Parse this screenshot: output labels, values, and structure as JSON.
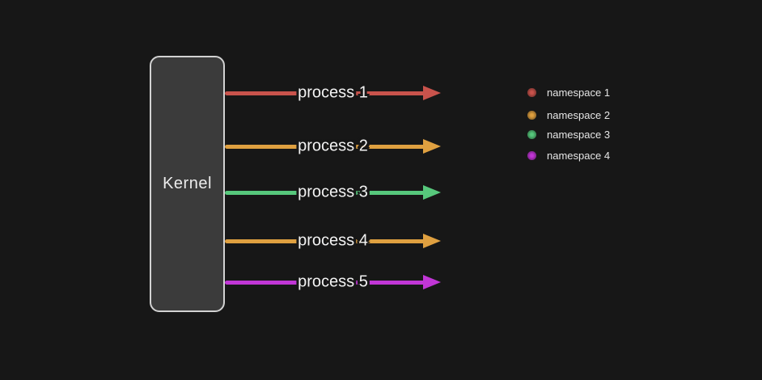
{
  "canvas": {
    "background": "#171717"
  },
  "kernel_box": {
    "label": "Kernel",
    "fill": "#3b3b3b",
    "border_color": "#d2d2d2",
    "text_color": "#ececec"
  },
  "processes": [
    {
      "label": "process 1",
      "namespace": "namespace 1",
      "color": "#c9534c"
    },
    {
      "label": "process 2",
      "namespace": "namespace 2",
      "color": "#dfa040"
    },
    {
      "label": "process 3",
      "namespace": "namespace 3",
      "color": "#57c87c"
    },
    {
      "label": "process 4",
      "namespace": "namespace 2",
      "color": "#dfa040"
    },
    {
      "label": "process 5",
      "namespace": "namespace 4",
      "color": "#c136d6"
    }
  ],
  "legend": {
    "items": [
      {
        "label": "namespace 1",
        "color": "#c9534c"
      },
      {
        "label": "namespace 2",
        "color": "#dfa040"
      },
      {
        "label": "namespace 3",
        "color": "#57c87c"
      },
      {
        "label": "namespace 4",
        "color": "#c136d6"
      }
    ]
  }
}
